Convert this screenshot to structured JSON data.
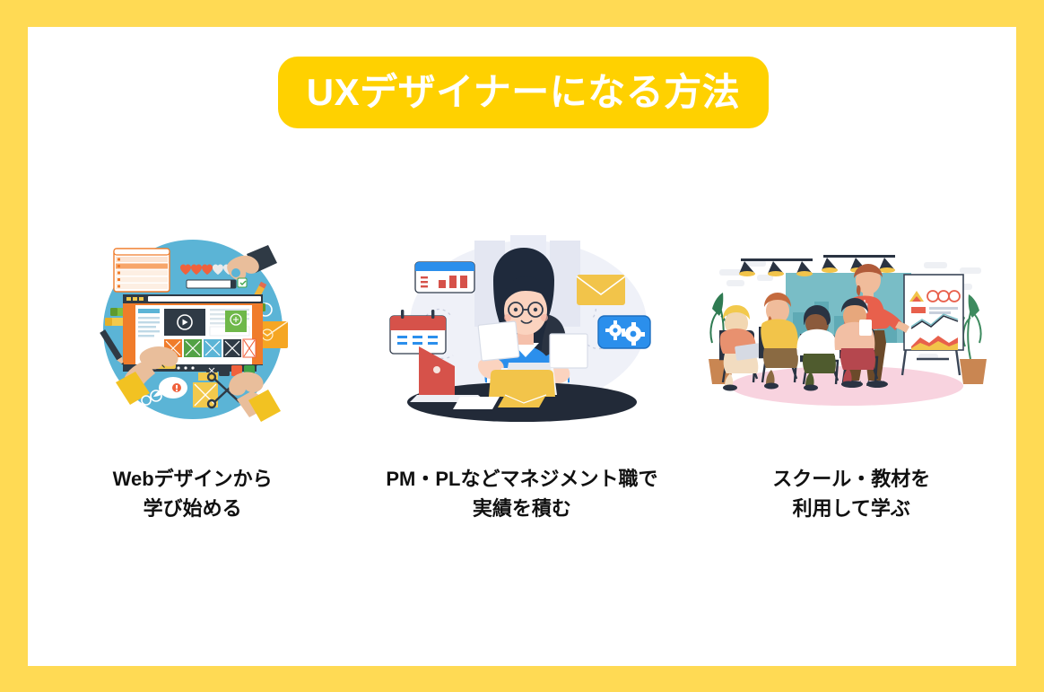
{
  "page": {
    "border_color": "#FFDA54",
    "background_color": "#FFFFFF"
  },
  "title": {
    "text": "UXデザイナーになる方法",
    "pill_color": "#FFD100",
    "text_color": "#FFFFFF"
  },
  "columns": [
    {
      "illustration_name": "web-design-workspace-illustration",
      "illustration_alt": "俯瞰した机の上でブラウザ画面をデザインする手・付箋・はさみ・鉛筆のイラスト",
      "caption": "Webデザインから\n学び始める",
      "accent_colors": {
        "circle": "#5BB4D6",
        "browser_frame": "#F07C2B",
        "sleeve": "#FFC222",
        "skin": "#F0BE9B"
      }
    },
    {
      "illustration_name": "manager-at-desk-illustration",
      "illustration_alt": "書類を持ちノートパソコンの前に座る女性と、カレンダー・グラフ・メール・歯車アイコンのイラスト",
      "caption": "PM・PLなどマネジメント職で\n実績を積む",
      "accent_colors": {
        "background_blob": "#EDEFF7",
        "shirt": "#2B8FEC",
        "hair": "#1F2A3C",
        "laptop": "#D6524A",
        "folder": "#F2C44A"
      }
    },
    {
      "illustration_name": "classroom-seminar-illustration",
      "illustration_alt": "フリップチャートの前で講師が説明し、受講者が椅子に座って聞いているセミナーのイラスト",
      "caption": "スクール・教材を\n利用して学ぶ",
      "accent_colors": {
        "screen": "#79BDC6",
        "floor": "#F8D3DF",
        "presenter_top": "#E8604C",
        "plant": "#2F7B52"
      }
    }
  ]
}
